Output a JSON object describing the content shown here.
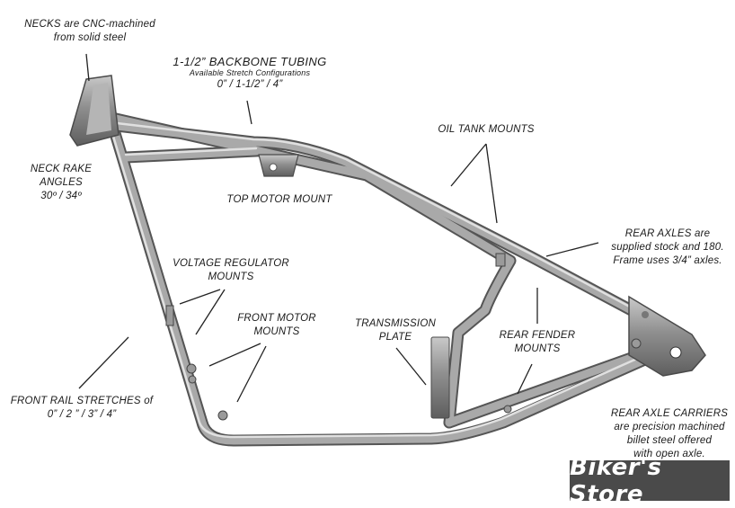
{
  "labels": {
    "necks": [
      "NECKS are CNC-machined",
      "from solid steel"
    ],
    "backbone_title": "1-1/2” BACKBONE TUBING",
    "backbone_sub": "Available Stretch Configurations",
    "backbone_values": "0” / 1-1/2” / 4”",
    "oil_tank": "OIL TANK MOUNTS",
    "neck_rake": [
      "NECK RAKE",
      "ANGLES",
      "30º / 34º"
    ],
    "top_motor": "TOP MOTOR MOUNT",
    "rear_axles": [
      "REAR AXLES are",
      "supplied stock and 180.",
      "Frame uses 3/4” axles."
    ],
    "voltage_regulator": [
      "VOLTAGE REGULATOR",
      "MOUNTS"
    ],
    "front_motor": [
      "FRONT MOTOR",
      "MOUNTS"
    ],
    "transmission": [
      "TRANSMISSION",
      "PLATE"
    ],
    "rear_fender": [
      "REAR FENDER",
      "MOUNTS"
    ],
    "front_rail": [
      "FRONT RAIL STRETCHES of",
      "0” / 2 ” / 3” / 4”"
    ],
    "rear_axle_carriers": [
      "REAR AXLE CARRIERS",
      "are precision machined",
      "billet steel offered",
      "with open axle."
    ]
  },
  "logo": {
    "text": "Biker's Store"
  }
}
